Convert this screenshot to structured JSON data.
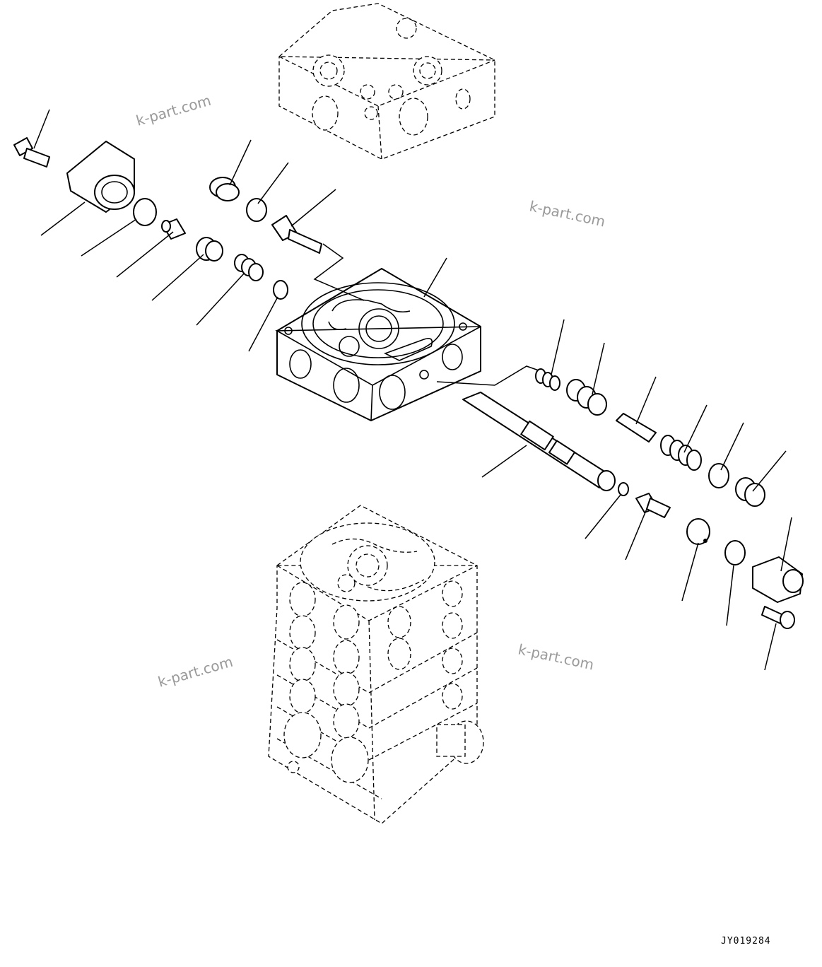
{
  "watermarks": [
    "k-part.com",
    "k-part.com",
    "k-part.com",
    "k-part.com"
  ],
  "drawing_code": "JY019284"
}
